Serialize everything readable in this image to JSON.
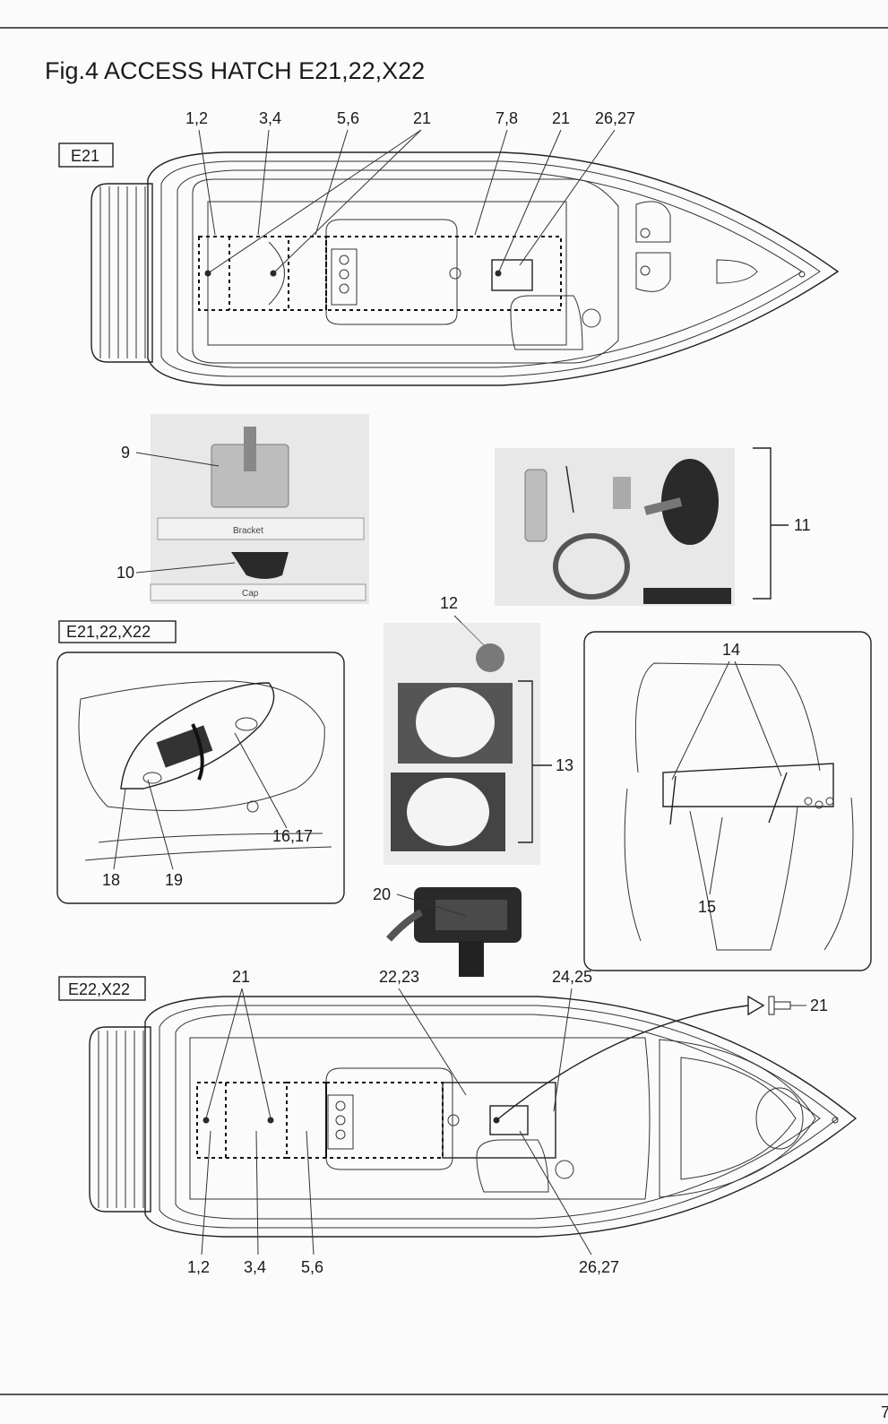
{
  "title": "Fig.4 ACCESS HATCH E21,22,X22",
  "page_number": "7",
  "views": {
    "top_boat": {
      "tag": "E21",
      "callouts": [
        "1,2",
        "3,4",
        "5,6",
        "21",
        "7,8",
        "21",
        "26,27"
      ]
    },
    "middle": {
      "tag": "E21,22,X22",
      "callouts": [
        "9",
        "10",
        "11",
        "12",
        "13",
        "14",
        "15",
        "16,17",
        "18",
        "19",
        "20"
      ],
      "photo_labels": [
        "Bracket",
        "Cap"
      ]
    },
    "bottom_boat": {
      "tag": "E22,X22",
      "callouts": [
        "21",
        "22,23",
        "24,25",
        "21",
        "1,2",
        "3,4",
        "5,6",
        "26,27"
      ]
    }
  }
}
